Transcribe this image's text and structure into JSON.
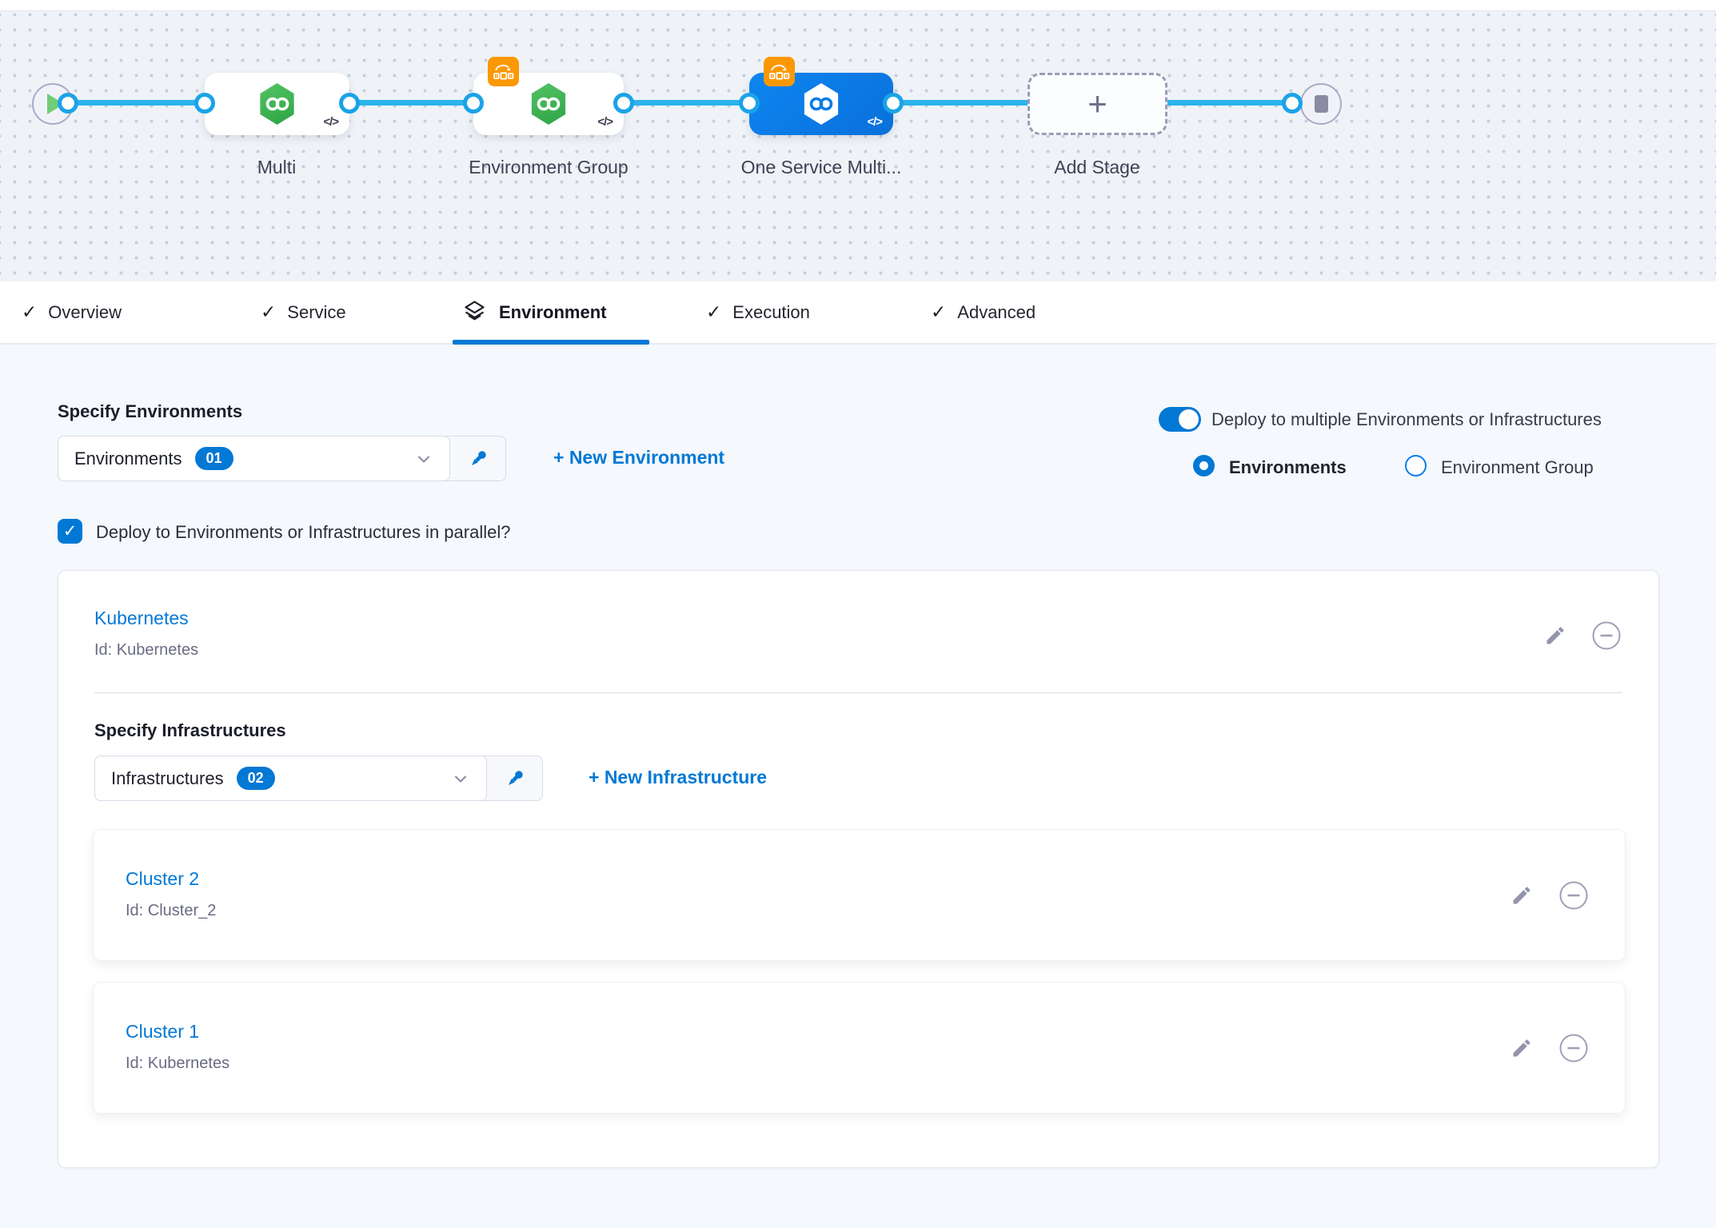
{
  "pipeline": {
    "stages": [
      {
        "label": "Multi"
      },
      {
        "label": "Environment Group"
      },
      {
        "label": "One Service Multi..."
      }
    ],
    "add_stage_label": "Add Stage",
    "plus_glyph": "+",
    "code_glyph": "</>"
  },
  "tabs": {
    "check_glyph": "✓",
    "active": "Environment",
    "items": [
      {
        "label": "Overview"
      },
      {
        "label": "Service"
      },
      {
        "label": "Environment"
      },
      {
        "label": "Execution"
      },
      {
        "label": "Advanced"
      }
    ]
  },
  "environments": {
    "heading": "Specify Environments",
    "dropdown_value": "Environments",
    "dropdown_count": "01",
    "new_link": "+ New Environment",
    "toggle_label": "Deploy to multiple Environments or Infrastructures",
    "radio_options": [
      {
        "label": "Environments",
        "selected": true
      },
      {
        "label": "Environment Group",
        "selected": false
      }
    ],
    "checkbox_glyph": "✓",
    "parallel_label": "Deploy to Environments or Infrastructures in parallel?"
  },
  "environment_card": {
    "title": "Kubernetes",
    "id_text": "Id: Kubernetes"
  },
  "infrastructures": {
    "heading": "Specify Infrastructures",
    "dropdown_value": "Infrastructures",
    "dropdown_count": "02",
    "new_link": "+ New Infrastructure",
    "clusters": [
      {
        "title": "Cluster 2",
        "id_text": "Id: Cluster_2"
      },
      {
        "title": "Cluster 1",
        "id_text": "Id: Kubernetes"
      }
    ]
  },
  "colors": {
    "primary_blue": "#0278d5",
    "connector_cyan": "#2cb3ec",
    "stage_selected_blue": "#0b7ce5",
    "badge_orange": "#fb9804",
    "service_green": "#3fb14f"
  }
}
